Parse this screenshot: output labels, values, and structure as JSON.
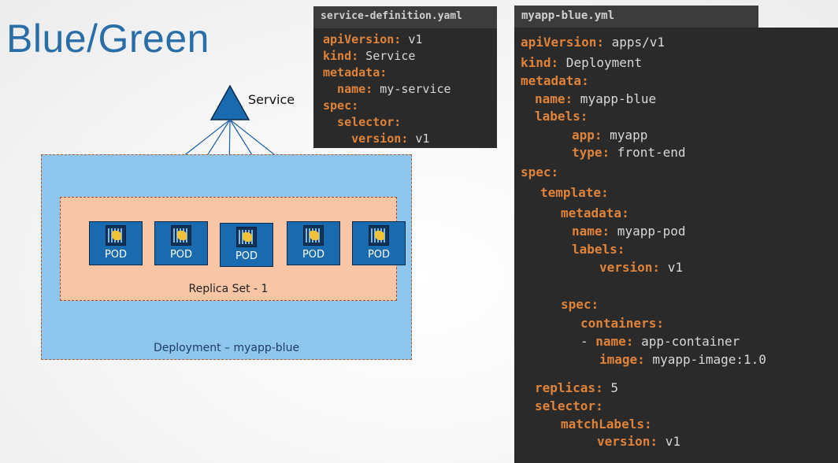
{
  "title": "Blue/Green",
  "diagram": {
    "service_label": "Service",
    "deployment_label": "Deployment – myapp-blue",
    "replicaset_label": "Replica Set - 1",
    "pods": [
      "POD",
      "POD",
      "POD",
      "POD",
      "POD"
    ],
    "colors": {
      "service": "#1a6ab0",
      "deployment_fill": "#8ec6ee",
      "replicaset_fill": "#f7c6a6",
      "pod_fill": "#1a6ab0",
      "title": "#2a6ea8"
    }
  },
  "service_yaml": {
    "filename": "service-definition.yaml",
    "lines": [
      {
        "key": "apiVersion:",
        "value": " v1"
      },
      {
        "key": "kind:",
        "value": " Service"
      },
      {
        "key": "metadata:",
        "value": ""
      },
      {
        "key": "  name:",
        "value": " my-service"
      },
      {
        "key": "spec:",
        "value": ""
      },
      {
        "key": "  selector:",
        "value": ""
      },
      {
        "key": "    version:",
        "value": " v1"
      }
    ]
  },
  "deployment_yaml": {
    "filename": "myapp-blue.yml",
    "lines": [
      {
        "key": "apiVersion:",
        "value": " apps/v1"
      },
      {
        "key": "kind:",
        "value": " Deployment"
      },
      {
        "key": "metadata:",
        "value": ""
      },
      {
        "key": "name:",
        "value": " myapp-blue"
      },
      {
        "key": "labels:",
        "value": ""
      },
      {
        "key": "app:",
        "value": " myapp"
      },
      {
        "key": "type:",
        "value": " front-end"
      },
      {
        "key": "spec:",
        "value": ""
      },
      {
        "key": "template:",
        "value": ""
      },
      {
        "key": "metadata:",
        "value": ""
      },
      {
        "key": "name:",
        "value": " myapp-pod"
      },
      {
        "key": "labels:",
        "value": ""
      },
      {
        "key": "version:",
        "value": " v1"
      },
      {
        "key": "spec:",
        "value": ""
      },
      {
        "key": "containers:",
        "value": ""
      },
      {
        "key": "name:",
        "value": " app-container",
        "prefix": "- "
      },
      {
        "key": "image:",
        "value": " myapp-image:1.0"
      },
      {
        "key": "replicas:",
        "value": " 5"
      },
      {
        "key": "selector:",
        "value": ""
      },
      {
        "key": "matchLabels:",
        "value": ""
      },
      {
        "key": "version:",
        "value": " v1"
      }
    ]
  }
}
